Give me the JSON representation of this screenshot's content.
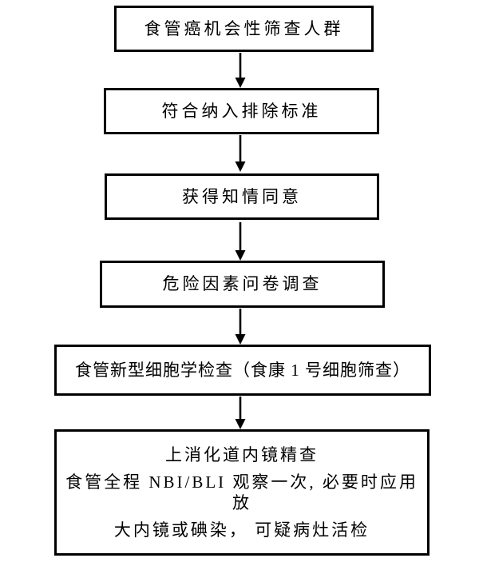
{
  "flowchart": {
    "nodes": [
      {
        "id": "screening-population",
        "label": "食管癌机会性筛查人群"
      },
      {
        "id": "inclusion-criteria",
        "label": "符合纳入排除标准"
      },
      {
        "id": "informed-consent",
        "label": "获得知情同意"
      },
      {
        "id": "risk-questionnaire",
        "label": "危险因素问卷调查"
      },
      {
        "id": "cytology-test",
        "label": "食管新型细胞学检查（食康 1 号细胞筛查）"
      },
      {
        "id": "endoscopy-exam",
        "lines": [
          "上消化道内镜精查",
          "食管全程 NBI/BLI 观察一次, 必要时应用放",
          "大内镜或碘染， 可疑病灶活检"
        ]
      }
    ],
    "connectors": {
      "count": 5,
      "direction": "down"
    },
    "colors": {
      "background": "#ffffff",
      "border": "#000000",
      "text": "#000000",
      "arrow": "#000000"
    }
  }
}
